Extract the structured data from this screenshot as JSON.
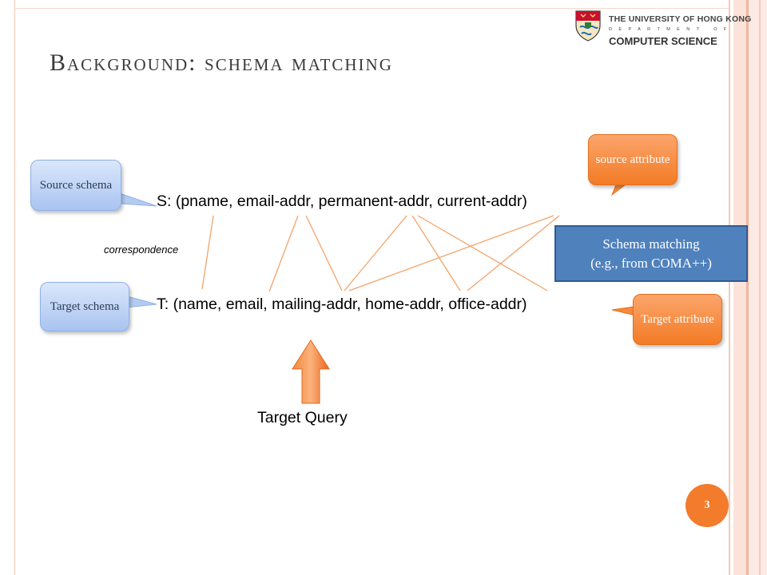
{
  "header": {
    "title": "Background: schema matching",
    "logo": {
      "university": "THE UNIVERSITY OF HONG KONG",
      "department": "DEPARTMENT OF",
      "faculty": "COMPUTER SCIENCE"
    }
  },
  "diagram": {
    "source_schema_text": "S: (pname, email-addr, permanent-addr, current-addr)",
    "target_schema_text": "T: (name, email, mailing-addr, home-addr, office-addr)",
    "correspondence_label": "correspondence",
    "target_query_label": "Target Query"
  },
  "callouts": {
    "source_schema": "Source schema",
    "target_schema": "Target schema",
    "source_attribute": "source attribute",
    "target_attribute": "Target attribute"
  },
  "matching_box": {
    "line1": "Schema matching",
    "line2": "(e.g., from COMA++)"
  },
  "page_number": "3",
  "colors": {
    "accent_orange": "#f37b2c",
    "line_orange": "#f4a36a",
    "callout_blue": "#a9c4f0",
    "box_blue": "#4f81bd"
  }
}
